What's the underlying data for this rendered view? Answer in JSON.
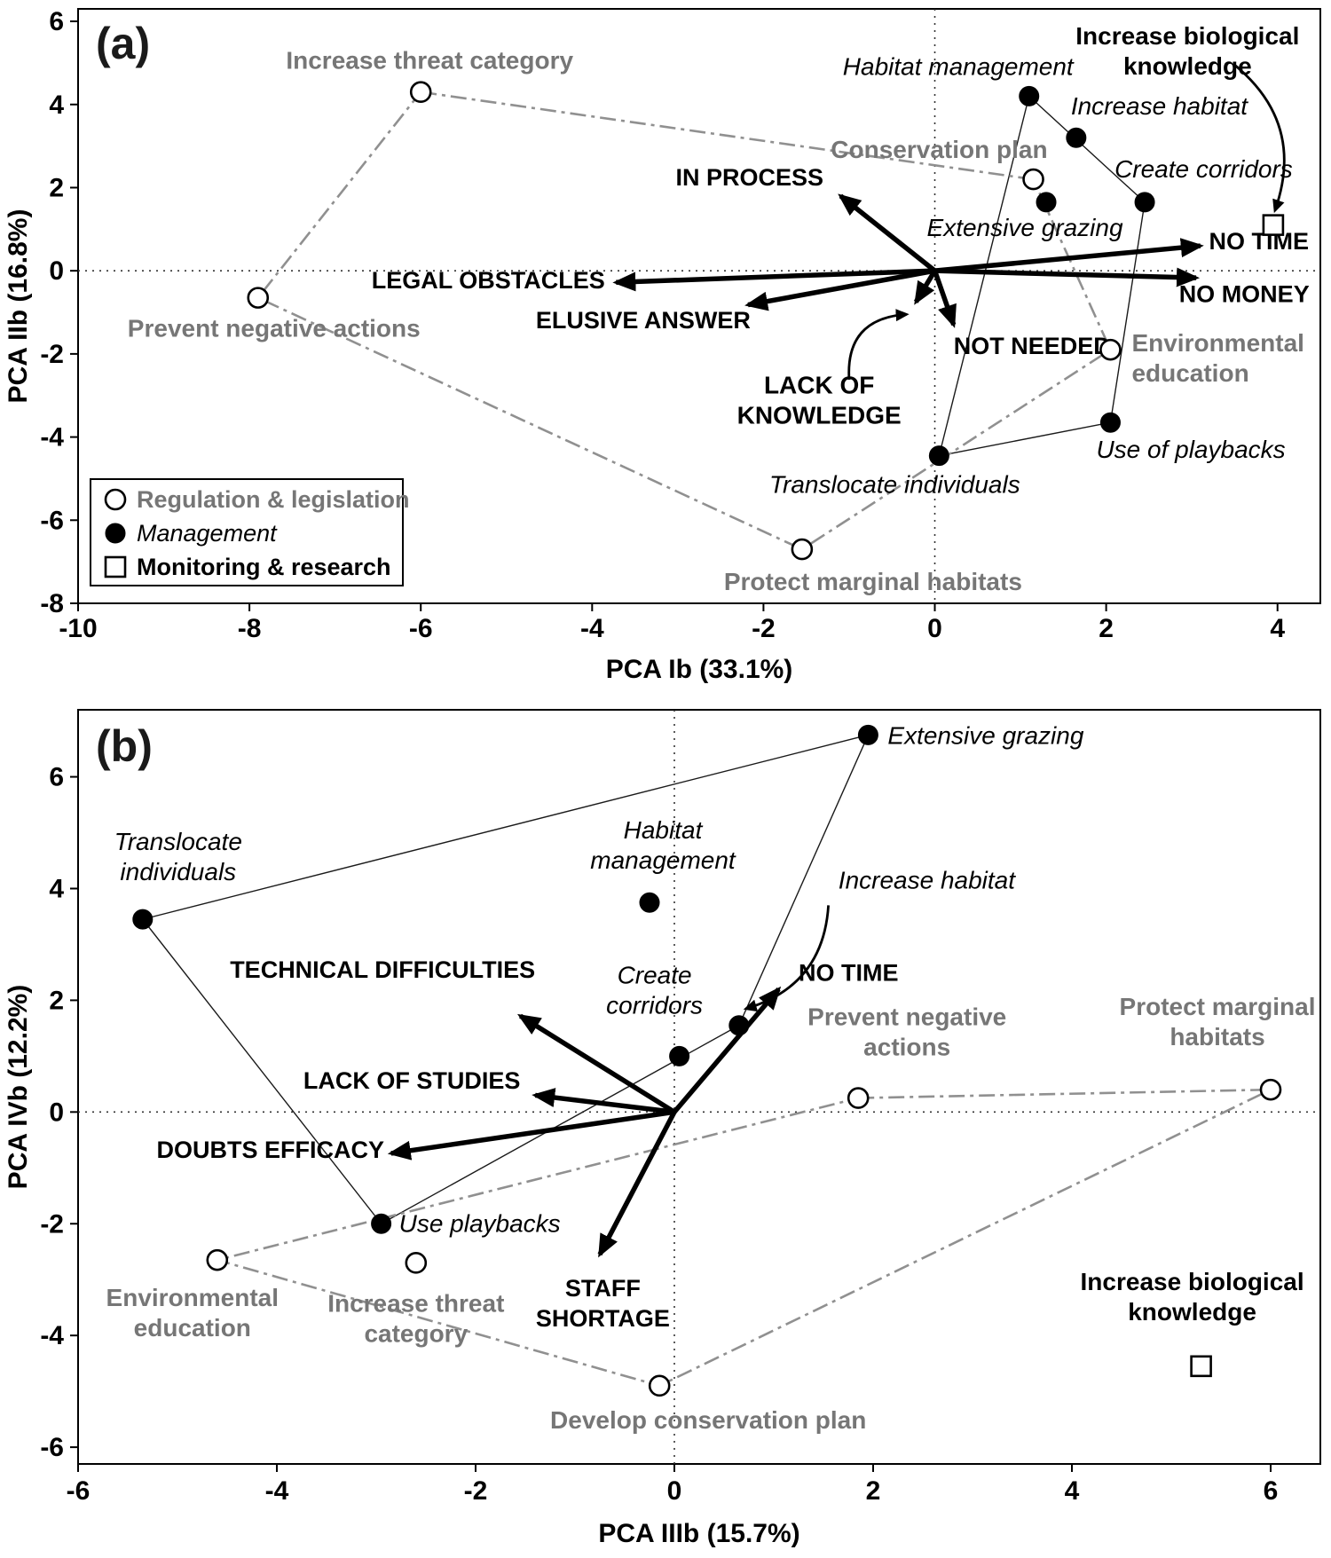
{
  "figure": {
    "colors": {
      "regulation_gray": "#767676",
      "hull_gray": "#909090",
      "black": "#000000",
      "background": "#ffffff"
    }
  },
  "legend": {
    "items": [
      {
        "marker": "open-circle",
        "label": "Regulation & legislation",
        "text_style": "gray"
      },
      {
        "marker": "filled-circle",
        "label": "Management",
        "text_style": "italic"
      },
      {
        "marker": "open-square",
        "label": "Monitoring & research",
        "text_style": "bold"
      }
    ]
  },
  "chart_data": [
    {
      "type": "scatter",
      "panel_label": "(a)",
      "xlabel": "PCA Ib (33.1%)",
      "ylabel": "PCA IIb (16.8%)",
      "xlim": [
        -10,
        4.5
      ],
      "ylim": [
        -8,
        6.3
      ],
      "xticks": [
        -10,
        -8,
        -6,
        -4,
        -2,
        0,
        2,
        4
      ],
      "yticks": [
        -8,
        -6,
        -4,
        -2,
        0,
        2,
        4,
        6
      ],
      "show_legend": true,
      "points": [
        {
          "label": "Increase threat category",
          "x": -6.0,
          "y": 4.3,
          "group": "regulation",
          "anchor": "middle",
          "dx": 10,
          "dy": -26
        },
        {
          "label": "Prevent negative actions",
          "x": -7.9,
          "y": -0.65,
          "group": "regulation",
          "anchor": "middle",
          "dx": 18,
          "dy": 44
        },
        {
          "label": "Conservation plan",
          "x": 1.15,
          "y": 2.2,
          "group": "regulation",
          "anchor": "end",
          "dx": 16,
          "dy": -24
        },
        {
          "label": "Environmental\neducation",
          "x": 2.05,
          "y": -1.9,
          "group": "regulation",
          "anchor": "start",
          "dx": 24,
          "dy": 2
        },
        {
          "label": "Protect marginal habitats",
          "x": -1.55,
          "y": -6.7,
          "group": "regulation",
          "anchor": "middle",
          "dx": 80,
          "dy": 46
        },
        {
          "label": "Habitat management",
          "x": 1.1,
          "y": 4.2,
          "group": "management",
          "anchor": "end",
          "dx": 50,
          "dy": -24
        },
        {
          "label": "Increase habitat",
          "x": 1.65,
          "y": 3.2,
          "group": "management",
          "anchor": "start",
          "dx": -6,
          "dy": -26
        },
        {
          "label": "Extensive grazing",
          "x": 1.3,
          "y": 1.65,
          "group": "management",
          "anchor": "middle",
          "dx": -24,
          "dy": 38
        },
        {
          "label": "Create corridors",
          "x": 2.45,
          "y": 1.65,
          "group": "management",
          "anchor": "start",
          "dx": -34,
          "dy": -28
        },
        {
          "label": "Use of playbacks",
          "x": 2.05,
          "y": -3.65,
          "group": "management",
          "anchor": "start",
          "dx": -16,
          "dy": 40
        },
        {
          "label": "Translocate individuals",
          "x": 0.05,
          "y": -4.45,
          "group": "management",
          "anchor": "middle",
          "dx": -50,
          "dy": 42
        },
        {
          "label": "Increase biological knowledge",
          "x": 3.95,
          "y": 1.1,
          "group": "monitoring",
          "anchor": "start",
          "dx": 0,
          "dy": 0,
          "hide_label": true
        }
      ],
      "vectors": [
        {
          "label": "IN PROCESS",
          "x": -1.1,
          "y": 1.8,
          "label_x": -1.3,
          "label_y": 2.05,
          "anchor": "end"
        },
        {
          "label": "NO TIME",
          "x": 3.1,
          "y": 0.6,
          "label_x": 3.2,
          "label_y": 0.52,
          "anchor": "start"
        },
        {
          "label": "NO MONEY",
          "x": 3.05,
          "y": -0.17,
          "label_x": 2.85,
          "label_y": -0.75,
          "anchor": "start"
        },
        {
          "label": "LEGAL OBSTACLES",
          "x": -3.72,
          "y": -0.28,
          "label_x": -3.85,
          "label_y": -0.42,
          "anchor": "end"
        },
        {
          "label": "ELUSIVE ANSWER",
          "x": -2.18,
          "y": -0.82,
          "label_x": -2.15,
          "label_y": -1.38,
          "anchor": "end"
        },
        {
          "label": "NOT NEEDED",
          "x": 0.22,
          "y": -1.3,
          "label_x": 0.22,
          "label_y": -2.0,
          "anchor": "start"
        },
        {
          "label": "",
          "x": -0.22,
          "y": -0.75
        }
      ],
      "annotations": [
        {
          "label": "Increase biological\nknowledge",
          "style": "bold",
          "anchor": "middle",
          "label_x": 2.95,
          "label_y": 5.45,
          "start_x": 3.5,
          "start_y": 4.95,
          "target_x": 3.97,
          "target_y": 1.45,
          "bend": -0.35
        },
        {
          "label": "LACK OF\nKNOWLEDGE",
          "style": "bold",
          "anchor": "middle",
          "label_x": -1.35,
          "label_y": -2.95,
          "start_x": -1.0,
          "start_y": -2.62,
          "target_x": -0.33,
          "target_y": -1.05,
          "bend": -0.5
        }
      ],
      "hulls": [
        {
          "style": "solid",
          "group": "management",
          "points": [
            [
              1.1,
              4.2
            ],
            [
              2.45,
              1.65
            ],
            [
              2.05,
              -3.65
            ],
            [
              0.05,
              -4.45
            ]
          ]
        },
        {
          "style": "dashdot",
          "group": "regulation",
          "points": [
            [
              -6.0,
              4.3
            ],
            [
              1.15,
              2.2
            ],
            [
              2.05,
              -1.9
            ],
            [
              -1.55,
              -6.7
            ],
            [
              -7.9,
              -0.65
            ]
          ]
        }
      ]
    },
    {
      "type": "scatter",
      "panel_label": "(b)",
      "xlabel": "PCA IIIb (15.7%)",
      "ylabel": "PCA IVb (12.2%)",
      "xlim": [
        -6,
        6.5
      ],
      "ylim": [
        -6.3,
        7.2
      ],
      "xticks": [
        -6,
        -4,
        -2,
        0,
        2,
        4,
        6
      ],
      "yticks": [
        -6,
        -4,
        -2,
        0,
        2,
        4,
        6
      ],
      "show_legend": false,
      "points": [
        {
          "label": "Extensive grazing",
          "x": 1.95,
          "y": 6.75,
          "group": "management",
          "anchor": "start",
          "dx": 22,
          "dy": 10
        },
        {
          "label": "Translocate\nindividuals",
          "x": -5.35,
          "y": 3.45,
          "group": "management",
          "anchor": "middle",
          "dx": 40,
          "dy": -78
        },
        {
          "label": "Habitat\nmanagement",
          "x": -0.25,
          "y": 3.75,
          "group": "management",
          "anchor": "middle",
          "dx": 15,
          "dy": -72
        },
        {
          "label": "Increase habitat",
          "x": 0.65,
          "y": 1.55,
          "group": "management",
          "anchor": "start",
          "dx": 0,
          "dy": 0,
          "hide_label": true
        },
        {
          "label": "Create\ncorridors",
          "x": 0.05,
          "y": 1.0,
          "group": "management",
          "anchor": "middle",
          "dx": -28,
          "dy": -82
        },
        {
          "label": "Use playbacks",
          "x": -2.95,
          "y": -2.0,
          "group": "management",
          "anchor": "start",
          "dx": 20,
          "dy": 9
        },
        {
          "label": "Prevent negative\nactions",
          "x": 1.85,
          "y": 0.25,
          "group": "regulation",
          "anchor": "middle",
          "dx": 55,
          "dy": -82
        },
        {
          "label": "Protect marginal\nhabitats",
          "x": 6.0,
          "y": 0.4,
          "group": "regulation",
          "anchor": "middle",
          "dx": -60,
          "dy": -84
        },
        {
          "label": "Environmental\neducation",
          "x": -4.6,
          "y": -2.65,
          "group": "regulation",
          "anchor": "middle",
          "dx": -28,
          "dy": 52
        },
        {
          "label": "Increase threat\ncategory",
          "x": -2.6,
          "y": -2.7,
          "group": "regulation",
          "anchor": "middle",
          "dx": 0,
          "dy": 55
        },
        {
          "label": "Develop conservation plan",
          "x": -0.15,
          "y": -4.9,
          "group": "regulation",
          "anchor": "middle",
          "dx": 55,
          "dy": 48
        },
        {
          "label": "Increase biological\nknowledge",
          "x": 5.3,
          "y": -4.55,
          "group": "monitoring",
          "anchor": "middle",
          "dx": -10,
          "dy": -86
        }
      ],
      "vectors": [
        {
          "label": "TECHNICAL DIFFICULTIES",
          "x": -1.55,
          "y": 1.72,
          "label_x": -1.4,
          "label_y": 2.4,
          "anchor": "end"
        },
        {
          "label": "NO TIME",
          "x": 1.05,
          "y": 2.2,
          "label_x": 1.25,
          "label_y": 2.35,
          "anchor": "start"
        },
        {
          "label": "LACK OF STUDIES",
          "x": -1.4,
          "y": 0.3,
          "label_x": -1.55,
          "label_y": 0.42,
          "anchor": "end"
        },
        {
          "label": "DOUBTS EFFICACY",
          "x": -2.85,
          "y": -0.74,
          "label_x": -2.92,
          "label_y": -0.82,
          "anchor": "end"
        },
        {
          "label": "STAFF\nSHORTAGE",
          "x": -0.75,
          "y": -2.55,
          "label_x": -0.72,
          "label_y": -3.3,
          "anchor": "middle"
        }
      ],
      "annotations": [
        {
          "label": "Increase habitat",
          "style": "italic",
          "anchor": "start",
          "label_x": 1.65,
          "label_y": 4.0,
          "start_x": 1.55,
          "start_y": 3.7,
          "target_x": 0.72,
          "target_y": 1.85,
          "bend": -0.35
        }
      ],
      "hulls": [
        {
          "style": "solid",
          "group": "management",
          "points": [
            [
              1.95,
              6.75
            ],
            [
              0.65,
              1.55
            ],
            [
              -2.95,
              -2.0
            ],
            [
              -5.35,
              3.45
            ]
          ]
        },
        {
          "style": "dashdot",
          "group": "regulation",
          "points": [
            [
              1.85,
              0.25
            ],
            [
              6.0,
              0.4
            ],
            [
              -0.15,
              -4.9
            ],
            [
              -4.6,
              -2.65
            ]
          ]
        }
      ]
    }
  ]
}
